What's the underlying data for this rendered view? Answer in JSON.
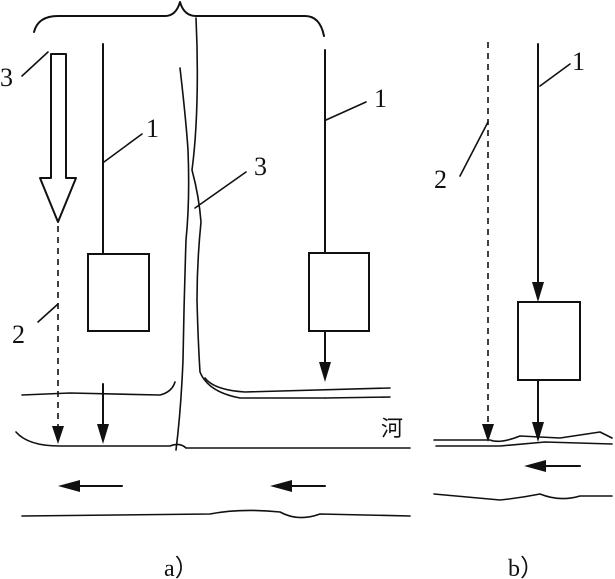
{
  "labels": {
    "a_outer_3": "3",
    "a_left_1": "1",
    "a_center_3": "3",
    "a_right_1": "1",
    "a_left_2": "2",
    "b_1": "1",
    "b_2": "2"
  },
  "river_label": "河",
  "captions": {
    "a": "a）",
    "b": "b）"
  }
}
